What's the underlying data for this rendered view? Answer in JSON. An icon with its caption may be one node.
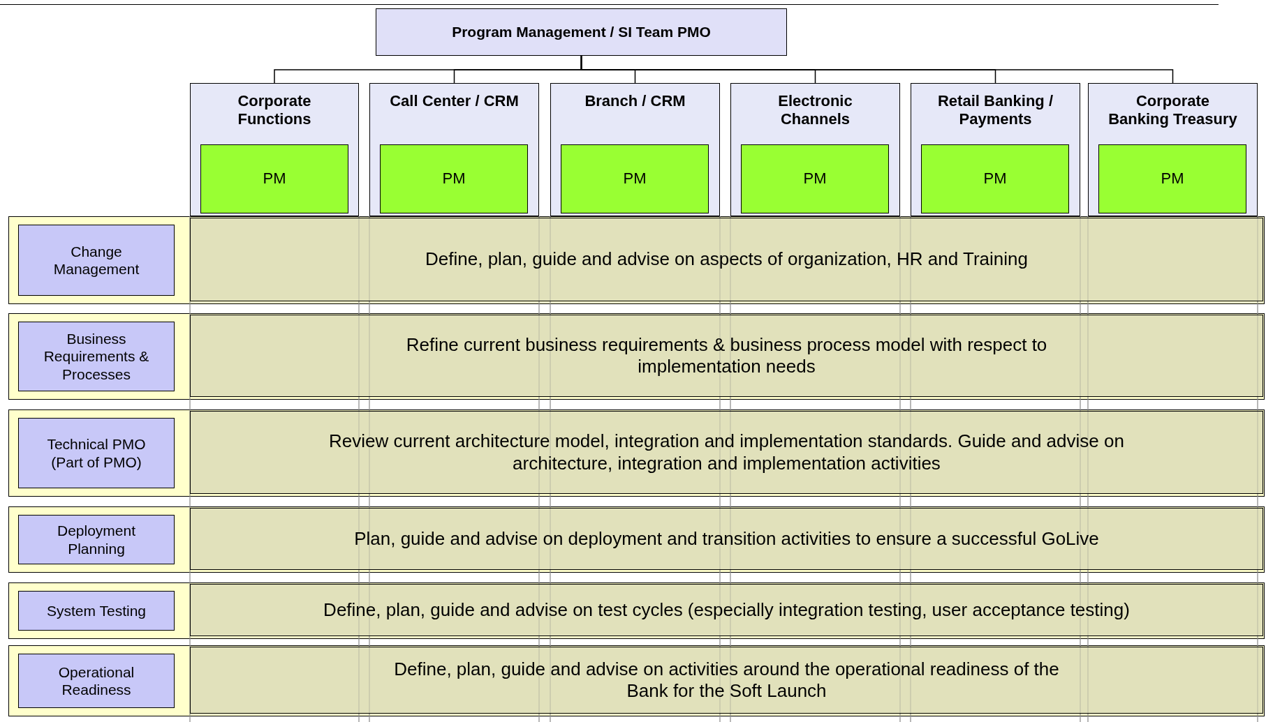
{
  "diagram": {
    "nodes": [
      {
        "text": [
          "Program Management / SI Team PMO"
        ]
      },
      {
        "text": [
          "Corporate Functions"
        ]
      },
      {
        "text": [
          "PM"
        ],
        "in": 1
      },
      {
        "text": [
          "Call Center / CRM"
        ]
      },
      {
        "text": [
          "PM"
        ],
        "in": 3
      },
      {
        "text": [
          "Branch / CRM"
        ]
      },
      {
        "text": [
          "PM"
        ],
        "in": 5
      },
      {
        "text": [
          "Electronic Channels"
        ]
      },
      {
        "text": [
          "PM"
        ],
        "in": 7
      },
      {
        "text": [
          "Retail Banking / Payments"
        ]
      },
      {
        "text": [
          "PM"
        ],
        "in": 9
      },
      {
        "text": [
          "Corporate Banking Treasury"
        ]
      },
      {
        "text": [
          "PM"
        ],
        "in": 11
      },
      {
        "text": [
          "Change Management"
        ]
      },
      {
        "text": [
          "Define, plan, guide and advise on aspects of organization, HR and Training"
        ]
      },
      {
        "text": [
          "Business Requirements & Processes"
        ]
      },
      {
        "text": [
          "Refine current business requirements & business process model with respect to implementation needs"
        ]
      },
      {
        "text": [
          "Technical PMO (Part of PMO)"
        ]
      },
      {
        "text": [
          "Review current architecture model, integration and implementation standards. Guide and advise on architecture, integration and implementation activities"
        ]
      },
      {
        "text": [
          "Deployment Planning"
        ]
      },
      {
        "text": [
          "Plan, guide and advise on deployment and transition activities to ensure a successful GoLive"
        ]
      },
      {
        "text": [
          "System Testing"
        ]
      },
      {
        "text": [
          "Define, plan, guide and advise on test cycles (especially integration testing, user acceptance testing)"
        ]
      },
      {
        "text": [
          "Operational Readiness"
        ]
      },
      {
        "text": [
          "Define, plan, guide and advise on activities around the operational readiness of the Bank for the Soft Launch"
        ]
      }
    ],
    "edges": [
      {
        "from": 0,
        "to": 1,
        "arrow": "none"
      },
      {
        "from": 0,
        "to": 3,
        "arrow": "none"
      },
      {
        "from": 0,
        "to": 5,
        "arrow": "none"
      },
      {
        "from": 0,
        "to": 7,
        "arrow": "none"
      },
      {
        "from": 0,
        "to": 9,
        "arrow": "none"
      },
      {
        "from": 0,
        "to": 11,
        "arrow": "none"
      }
    ]
  }
}
